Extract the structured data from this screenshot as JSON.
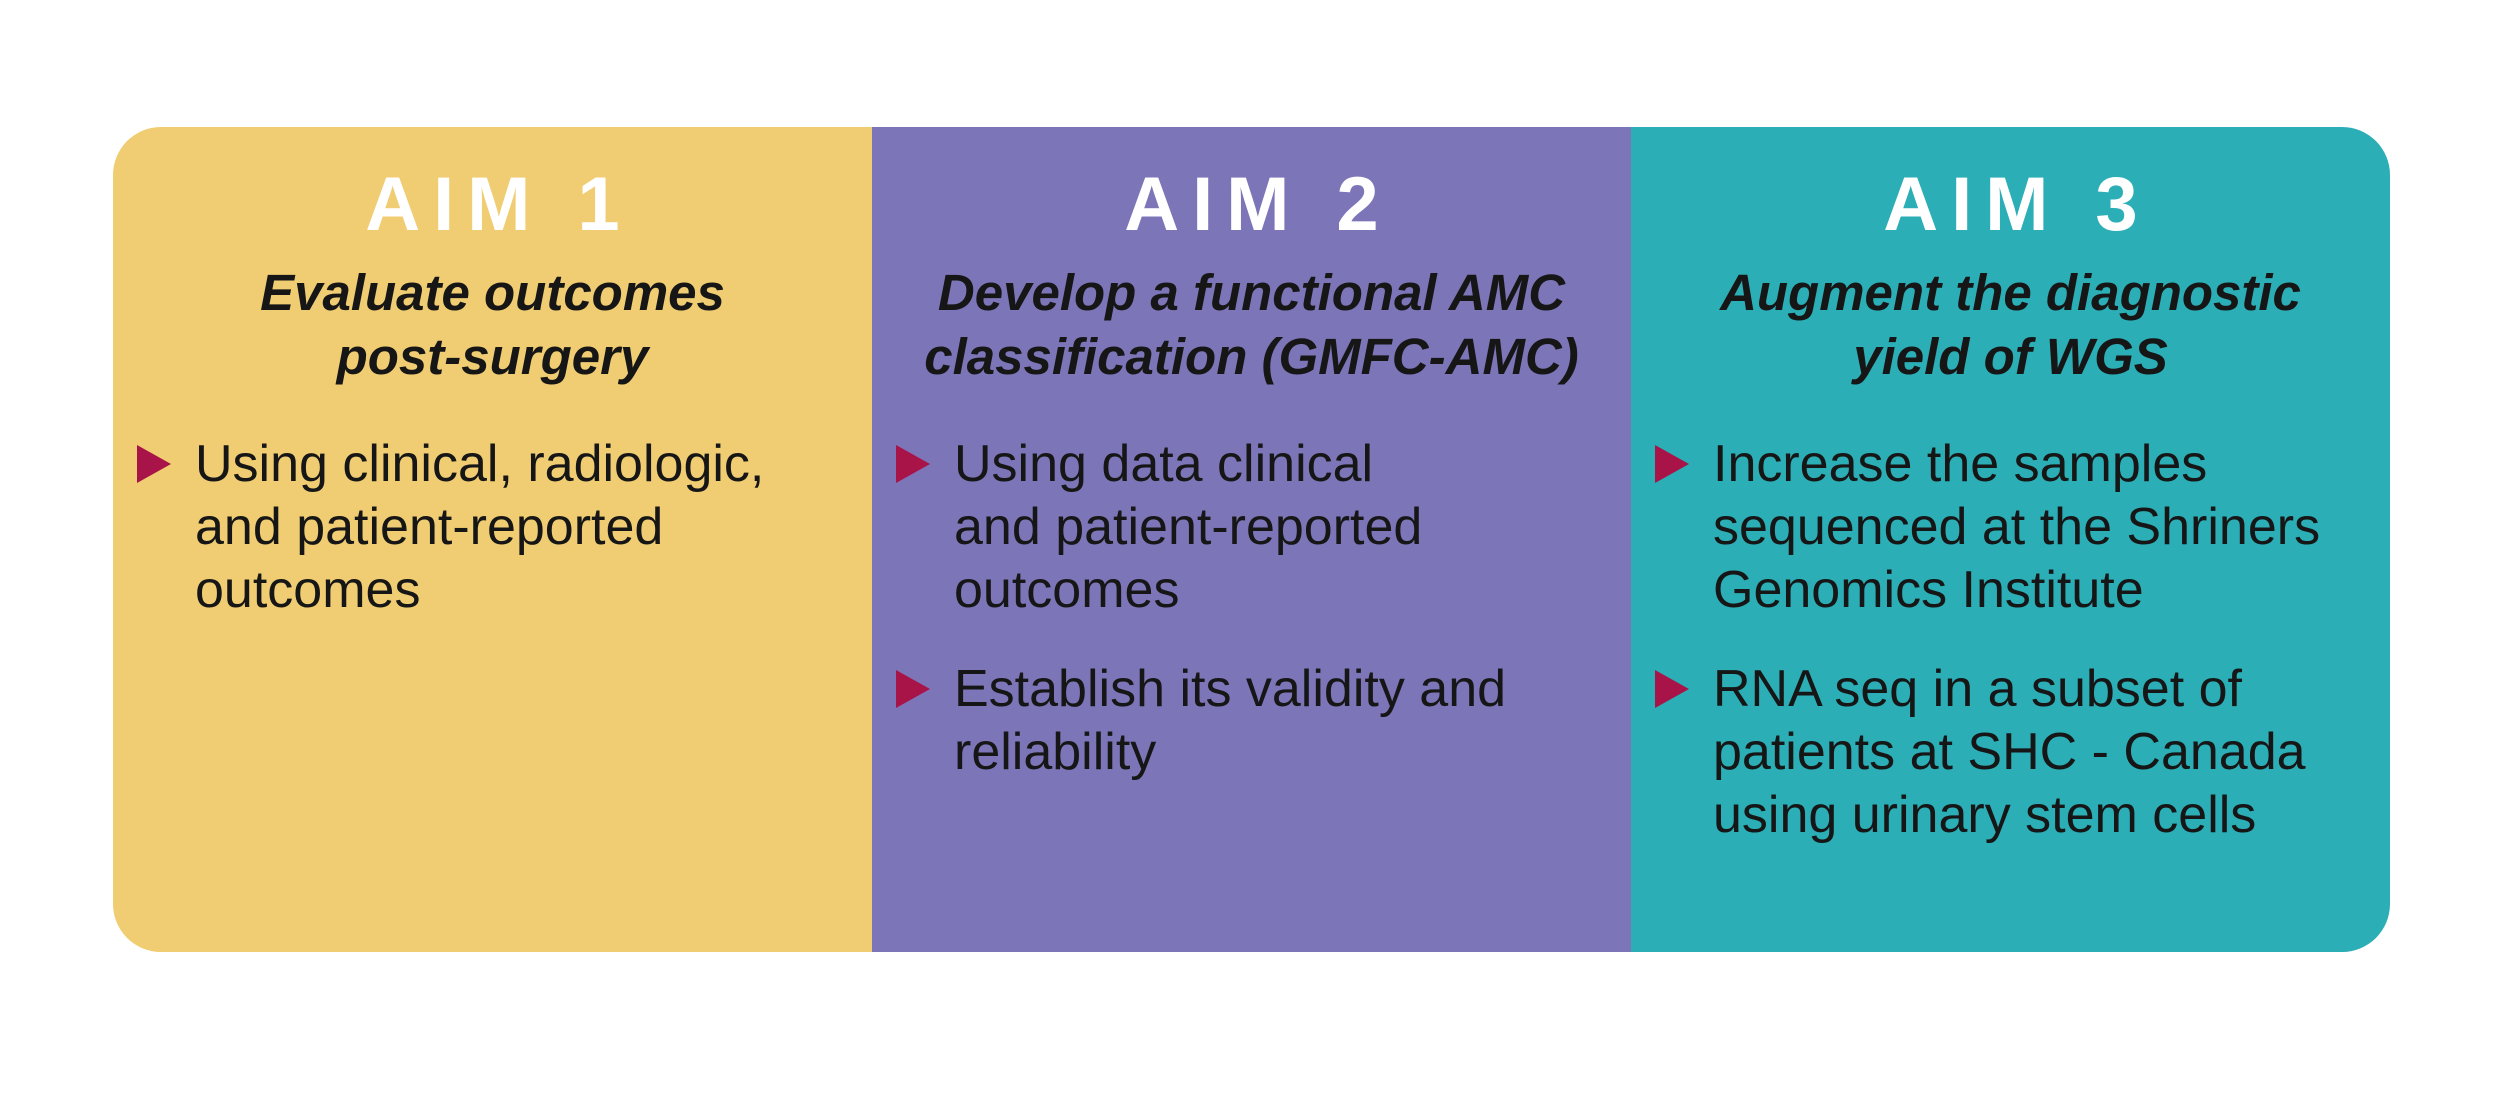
{
  "page": {
    "background_color": "#FFFFFF",
    "text_color": "#161616",
    "title_color": "#FFFFFF",
    "bullet_triangle_color": "#A81348",
    "bullet_triangle_icon": "right-pointing-triangle"
  },
  "panels": [
    {
      "title": "AIM 1",
      "subtitle": "Evaluate outcomes\npost-surgery",
      "color": "#F0CD72",
      "bullets": [
        "Using clinical, radiologic,\nand patient-reported\noutcomes"
      ]
    },
    {
      "title": "AIM 2",
      "subtitle": "Develop a functional AMC\nclassification (GMFC-AMC)",
      "color": "#7C76B9",
      "bullets": [
        "Using data clinical\nand patient-reported\noutcomes",
        "Establish its validity and\nreliability"
      ]
    },
    {
      "title": "AIM 3",
      "subtitle": "Augment the diagnostic\nyield of WGS",
      "color": "#2BAEB6",
      "bullets": [
        "Increase the samples\nsequenced at the Shriners\nGenomics Institute",
        "RNA seq in a subset of\npatients at SHC - Canada\nusing urinary stem cells"
      ]
    }
  ]
}
